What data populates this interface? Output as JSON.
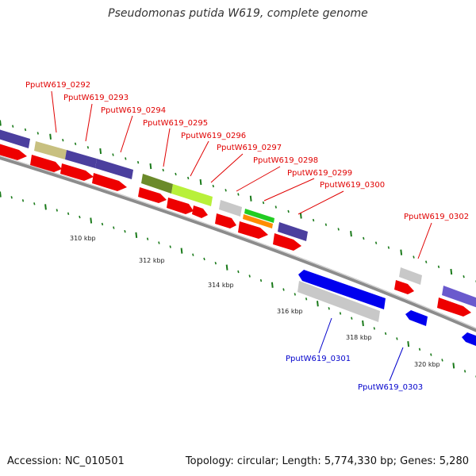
{
  "title": "Pseudomonas putida W619, complete genome",
  "footer": {
    "accession": "Accession: NC_010501",
    "summary": "Topology: circular; Length: 5,774,330 bp; Genes: 5,280"
  },
  "colors": {
    "forward_label": "#e00000",
    "reverse_label": "#0000cc",
    "backbone": "#8a8a8a",
    "tick": "#1a7a1a",
    "cds_red": "#ee0000",
    "cds_blue": "#0000ee",
    "purple": "#4b3f9e",
    "khaki": "#c8c080",
    "olive": "#6b8a2a",
    "lime": "#b8f03a",
    "grey": "#c8c8c8",
    "green": "#22cc22",
    "orange": "#ff8c00"
  },
  "scale_labels": [
    "310 kbp",
    "312 kbp",
    "314 kbp",
    "316 kbp",
    "318 kbp",
    "320 kbp"
  ],
  "forward_genes": [
    "PputW619_0292",
    "PputW619_0293",
    "PputW619_0294",
    "PputW619_0295",
    "PputW619_0296",
    "PputW619_0297",
    "PputW619_0298",
    "PputW619_0299",
    "PputW619_0300",
    "PputW619_0302"
  ],
  "reverse_genes": [
    "PputW619_0301",
    "PputW619_0303"
  ]
}
